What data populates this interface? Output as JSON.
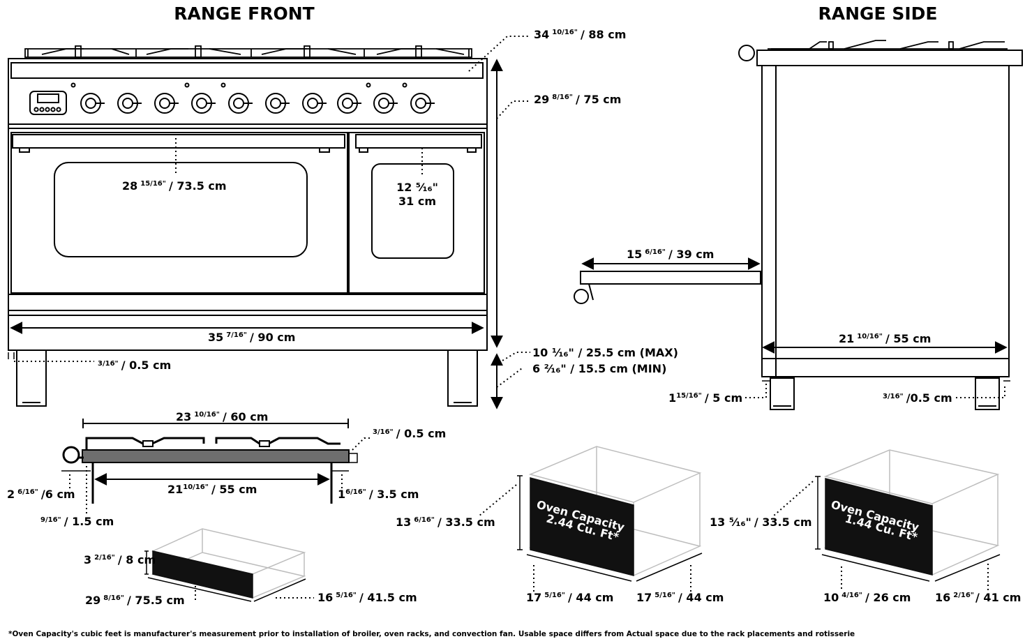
{
  "titles": {
    "front": "RANGE FRONT",
    "side": "RANGE SIDE"
  },
  "front": {
    "total_height": {
      "main": "34",
      "frac": "10/16\"",
      "metric": "/ 88 cm"
    },
    "body_height": {
      "main": "29",
      "frac": "8/16\"",
      "metric": "/ 75 cm"
    },
    "big_window": {
      "main": "28",
      "frac": "15/16\"",
      "metric": "/ 73.5 cm"
    },
    "small_window": {
      "main": "12 ⁵⁄₁₆\"",
      "metric": "31 cm"
    },
    "width": {
      "main": "35",
      "frac": "7/16\"",
      "metric": "/ 90 cm"
    },
    "foot_offset": {
      "frac": "3/16\"",
      "metric": "/ 0.5 cm"
    },
    "leg_max": "10 ¹⁄₁₆\" / 25.5 cm (MAX)",
    "leg_min": "6 ²⁄₁₆\" / 15.5 cm (MIN)"
  },
  "side": {
    "door_open": {
      "main": "15",
      "frac": "6/16\"",
      "metric": "/ 39 cm"
    },
    "depth": {
      "main": "21",
      "frac": "10/16\"",
      "metric": "/ 55 cm"
    },
    "left_offset": {
      "main": "1",
      "frac": "15/16\"",
      "metric": "/ 5 cm"
    },
    "right_offset": {
      "frac": "3/16\"",
      "metric": "/0.5 cm"
    }
  },
  "top": {
    "grate_width": {
      "main": "23",
      "frac": "10/16\"",
      "metric": "/ 60 cm"
    },
    "edge_offset": {
      "frac": "3/16\"",
      "metric": "/ 0.5 cm"
    },
    "inner_width": {
      "main": "21",
      "frac": "10/16\"",
      "metric": "/ 55 cm"
    },
    "left_overhang": {
      "main": "2",
      "frac": "6/16\"",
      "metric": "/6 cm"
    },
    "right_overhang": {
      "main": "1",
      "frac": "6/16\"",
      "metric": "/ 3.5 cm"
    },
    "back_offset": {
      "frac": "9/16\"",
      "metric": "/ 1.5 cm"
    }
  },
  "drawer": {
    "height": {
      "main": "3",
      "frac": "2/16\"",
      "metric": "/ 8 cm"
    },
    "width": {
      "main": "29",
      "frac": "8/16\"",
      "metric": "/ 75.5 cm"
    },
    "depth": {
      "main": "16",
      "frac": "5/16\"",
      "metric": "/ 41.5 cm"
    }
  },
  "oven_large": {
    "capacity_line1": "Oven Capacity",
    "capacity_line2": "2.44 Cu. Ft*",
    "height": {
      "main": "13",
      "frac": "6/16\"",
      "metric": "/ 33.5  cm"
    },
    "width": {
      "main": "17",
      "frac": "5/16\"",
      "metric": "/ 44 cm"
    },
    "depth": {
      "main": "17",
      "frac": "5/16\"",
      "metric": "/ 44 cm"
    }
  },
  "oven_small": {
    "capacity_line1": "Oven Capacity",
    "capacity_line2": "1.44 Cu. Ft*",
    "height": {
      "main": "13 ⁵⁄₁₆\"",
      "metric": "/ 33.5 cm"
    },
    "width": {
      "main": "10",
      "frac": "4/16\"",
      "metric": "/ 26 cm"
    },
    "depth": {
      "main": "16",
      "frac": "2/16\"",
      "metric": "/ 41  cm"
    }
  },
  "footnote": "*Oven Capacity's cubic feet is manufacturer's measurement prior to installation of broiler, oven racks, and convection fan. Usable space differs from Actual space due to the rack placements and rotisserie",
  "colors": {
    "ink": "#000000",
    "panel": "#6e6e6e",
    "box_line": "#bdbdbd",
    "fill_dark": "#111111"
  }
}
